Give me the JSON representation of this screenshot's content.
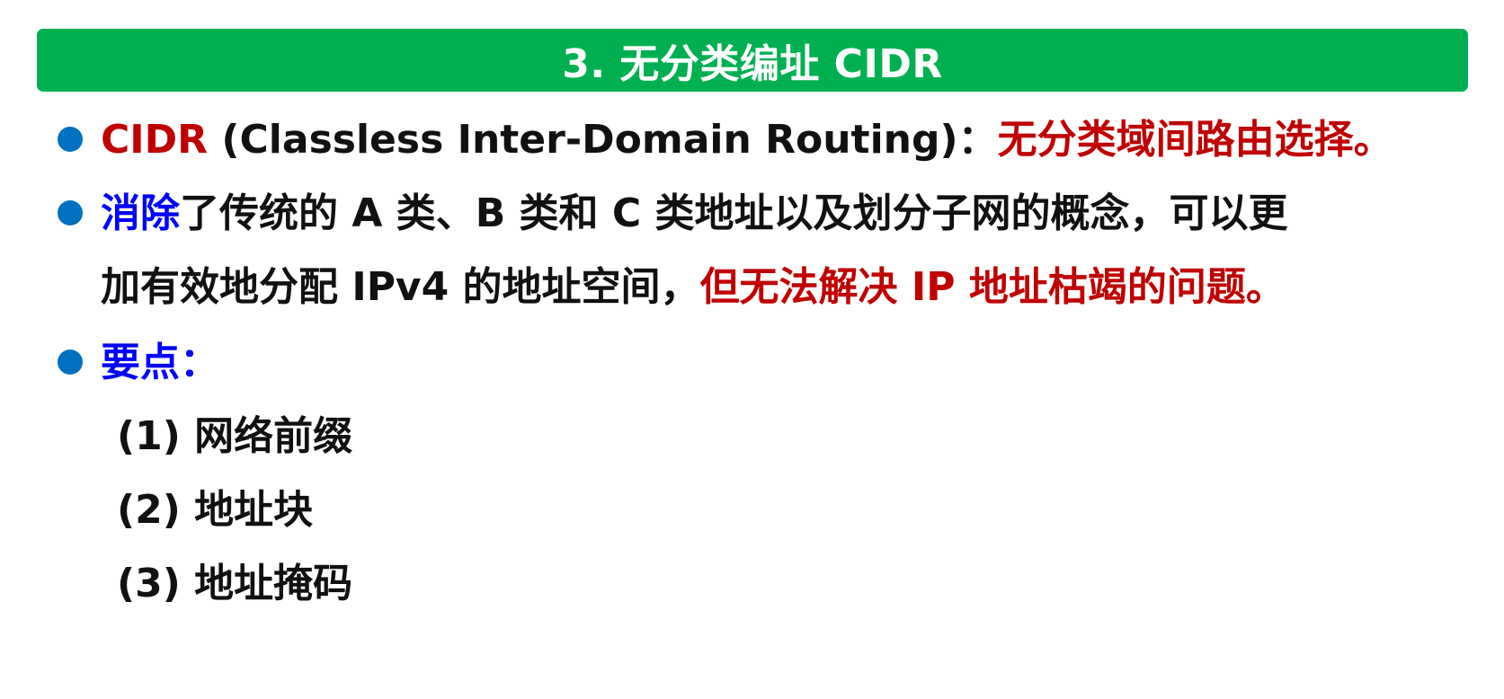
{
  "title": "3. 无分类编址 CIDR",
  "bullets": {
    "b1": {
      "term": "CIDR",
      "paren": " (Classless Inter-Domain Routing)：",
      "def": "无分类域间路由选择。"
    },
    "b2": {
      "highlight": "消除",
      "text1": "了传统的 A 类、B 类和 C 类地址以及划分子网的概念，可以更",
      "text2": "加有效地分配 IPv4 的地址空间，",
      "warning": "但无法解决 IP 地址枯竭的问题。"
    },
    "b3": {
      "label": "要点："
    }
  },
  "points": [
    "(1) 网络前缀",
    "(2) 地址块",
    "(3) 地址掩码"
  ],
  "colors": {
    "title_bg": "#00b050",
    "bullet_dot": "#0070c0",
    "red": "#c00000",
    "blue": "#0000ff"
  }
}
